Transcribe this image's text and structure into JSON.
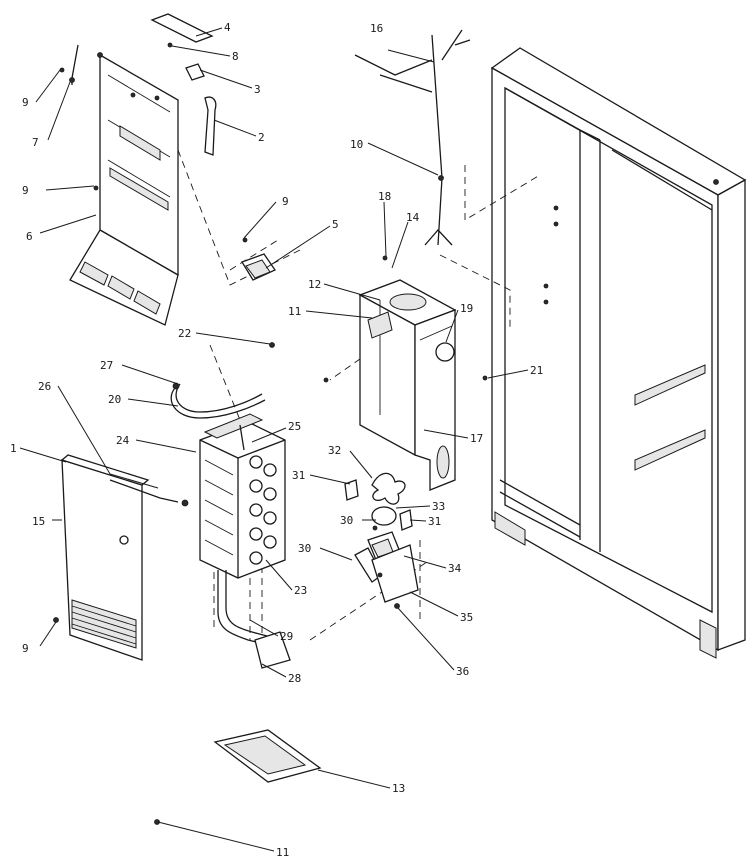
{
  "diagram": {
    "callouts": {
      "c1": "1",
      "c2": "2",
      "c3": "3",
      "c4": "4",
      "c5": "5",
      "c6": "6",
      "c7": "7",
      "c8": "8",
      "c9a": "9",
      "c9b": "9",
      "c9c": "9",
      "c9d": "9",
      "c10": "10",
      "c11a": "11",
      "c11b": "11",
      "c12": "12",
      "c13": "13",
      "c14": "14",
      "c15": "15",
      "c16": "16",
      "c17": "17",
      "c18": "18",
      "c19": "19",
      "c20": "20",
      "c21": "21",
      "c22": "22",
      "c23": "23",
      "c24": "24",
      "c25": "25",
      "c26": "26",
      "c27": "27",
      "c28": "28",
      "c29": "29",
      "c30a": "30",
      "c30b": "30",
      "c31a": "31",
      "c31b": "31",
      "c32": "32",
      "c33": "33",
      "c34": "34",
      "c35": "35",
      "c36": "36"
    }
  }
}
